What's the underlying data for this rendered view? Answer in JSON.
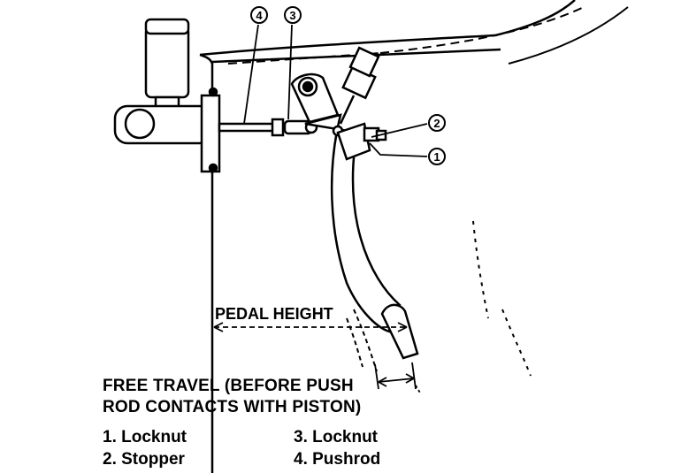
{
  "callouts": {
    "c1": "1",
    "c2": "2",
    "c3": "3",
    "c4": "4"
  },
  "dimension_label": "PEDAL HEIGHT",
  "free_travel": {
    "line1": "FREE TRAVEL (BEFORE PUSH",
    "line2": "ROD CONTACTS WITH PISTON)"
  },
  "legend": [
    {
      "text": "1. Locknut"
    },
    {
      "text": "2. Stopper"
    },
    {
      "text": "3. Locknut"
    },
    {
      "text": "4. Pushrod"
    }
  ]
}
